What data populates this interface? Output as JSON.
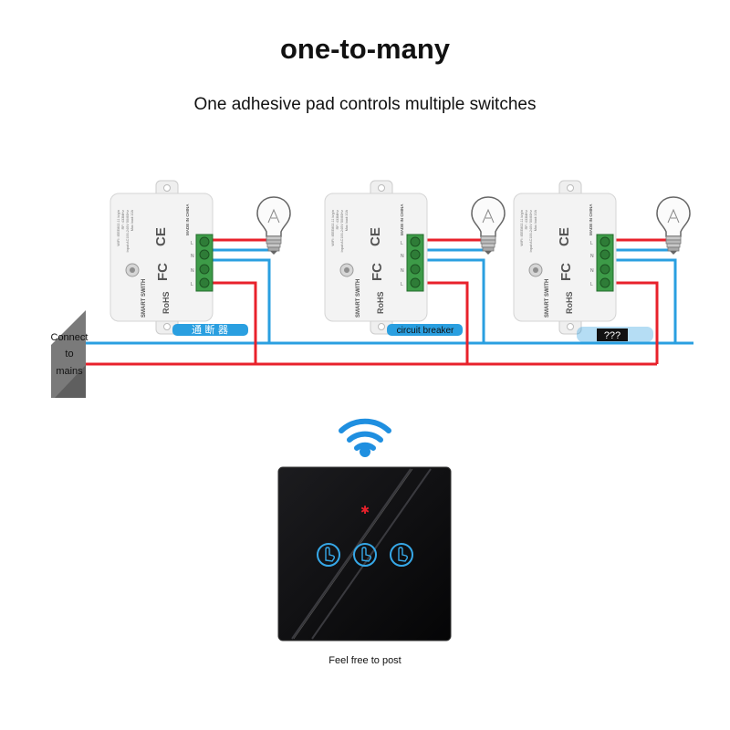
{
  "title": "one-to-many",
  "subtitle": "One adhesive pad controls multiple switches",
  "mains_label": [
    "Connect",
    "to",
    "mains"
  ],
  "breaker_labels": [
    "通 断 器",
    "circuit breaker",
    "???"
  ],
  "module": {
    "brand_text": "SMART SWITH",
    "cert_fc": "FC",
    "cert_ce": "CE",
    "cert_rohs": "RoHS",
    "made_in": "MADE IN CHINA",
    "spec_lines": [
      "WIFI: IEEE802.11 b/g/n",
      "RF: 433MHz",
      "Input:AC100-240V 50/60Hz",
      "Max load:10A"
    ],
    "terminal_labels": [
      "L",
      "N",
      "N",
      "L"
    ]
  },
  "panel": {
    "button_count": 3
  },
  "caption": "Feel free to post",
  "colors": {
    "live_wire": "#e8212b",
    "neutral_wire": "#2a9fe0",
    "label_bg": "#2a9fe0",
    "terminal_green": "#3d9b48",
    "panel_bg": "#0f0f11",
    "touch_ring": "#36a8e8",
    "indicator": "#e8212b",
    "wifi": "#1f8fe0"
  },
  "icons": [
    "wifi-icon",
    "bulb-icon",
    "touch-finger-icon",
    "wall-hatch-icon"
  ]
}
